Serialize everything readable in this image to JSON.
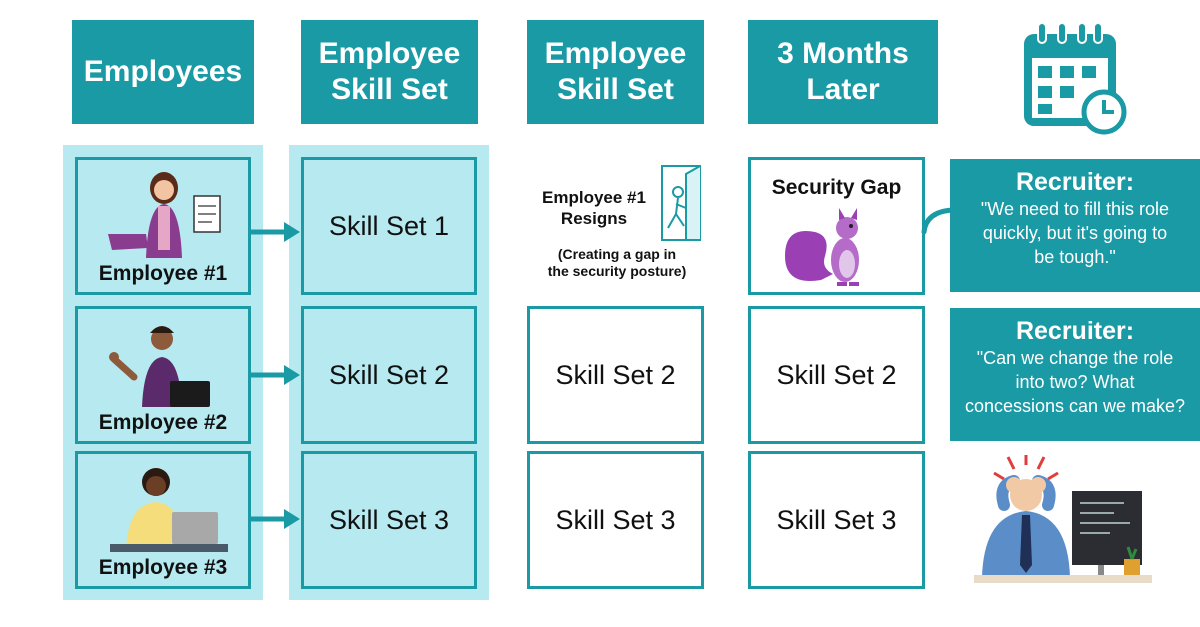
{
  "headers": {
    "employees": "Employees",
    "skill_set_a": "Employee\nSkill Set",
    "skill_set_b": "Employee\nSkill Set",
    "later": "3 Months\nLater"
  },
  "employees": [
    {
      "label": "Employee #1"
    },
    {
      "label": "Employee #2"
    },
    {
      "label": "Employee #3"
    }
  ],
  "skill_sets": [
    "Skill Set 1",
    "Skill Set 2",
    "Skill Set 3"
  ],
  "after_resign": {
    "resign_title": "Employee #1\nResigns",
    "resign_note": "(Creating a gap in\nthe security posture)",
    "skill_sets": [
      "Skill Set 2",
      "Skill Set 3"
    ]
  },
  "three_months": {
    "gap_title": "Security Gap",
    "skill_sets": [
      "Skill Set 2",
      "Skill Set 3"
    ]
  },
  "recruiter_1": {
    "title": "Recruiter:",
    "quote": "\"We need to fill this role\nquickly, but it's going to\nbe tough.\""
  },
  "recruiter_2": {
    "title": "Recruiter:",
    "quote": "\"Can we change the role\ninto two? What\nconcessions can we make?"
  },
  "colors": {
    "teal": "#1a9aa5",
    "light_teal": "#b6eaf0",
    "purple": "#9b3fb5"
  },
  "icons": [
    "calendar-clock-icon",
    "exit-door-icon",
    "squirrel-icon",
    "stressed-person-icon"
  ]
}
